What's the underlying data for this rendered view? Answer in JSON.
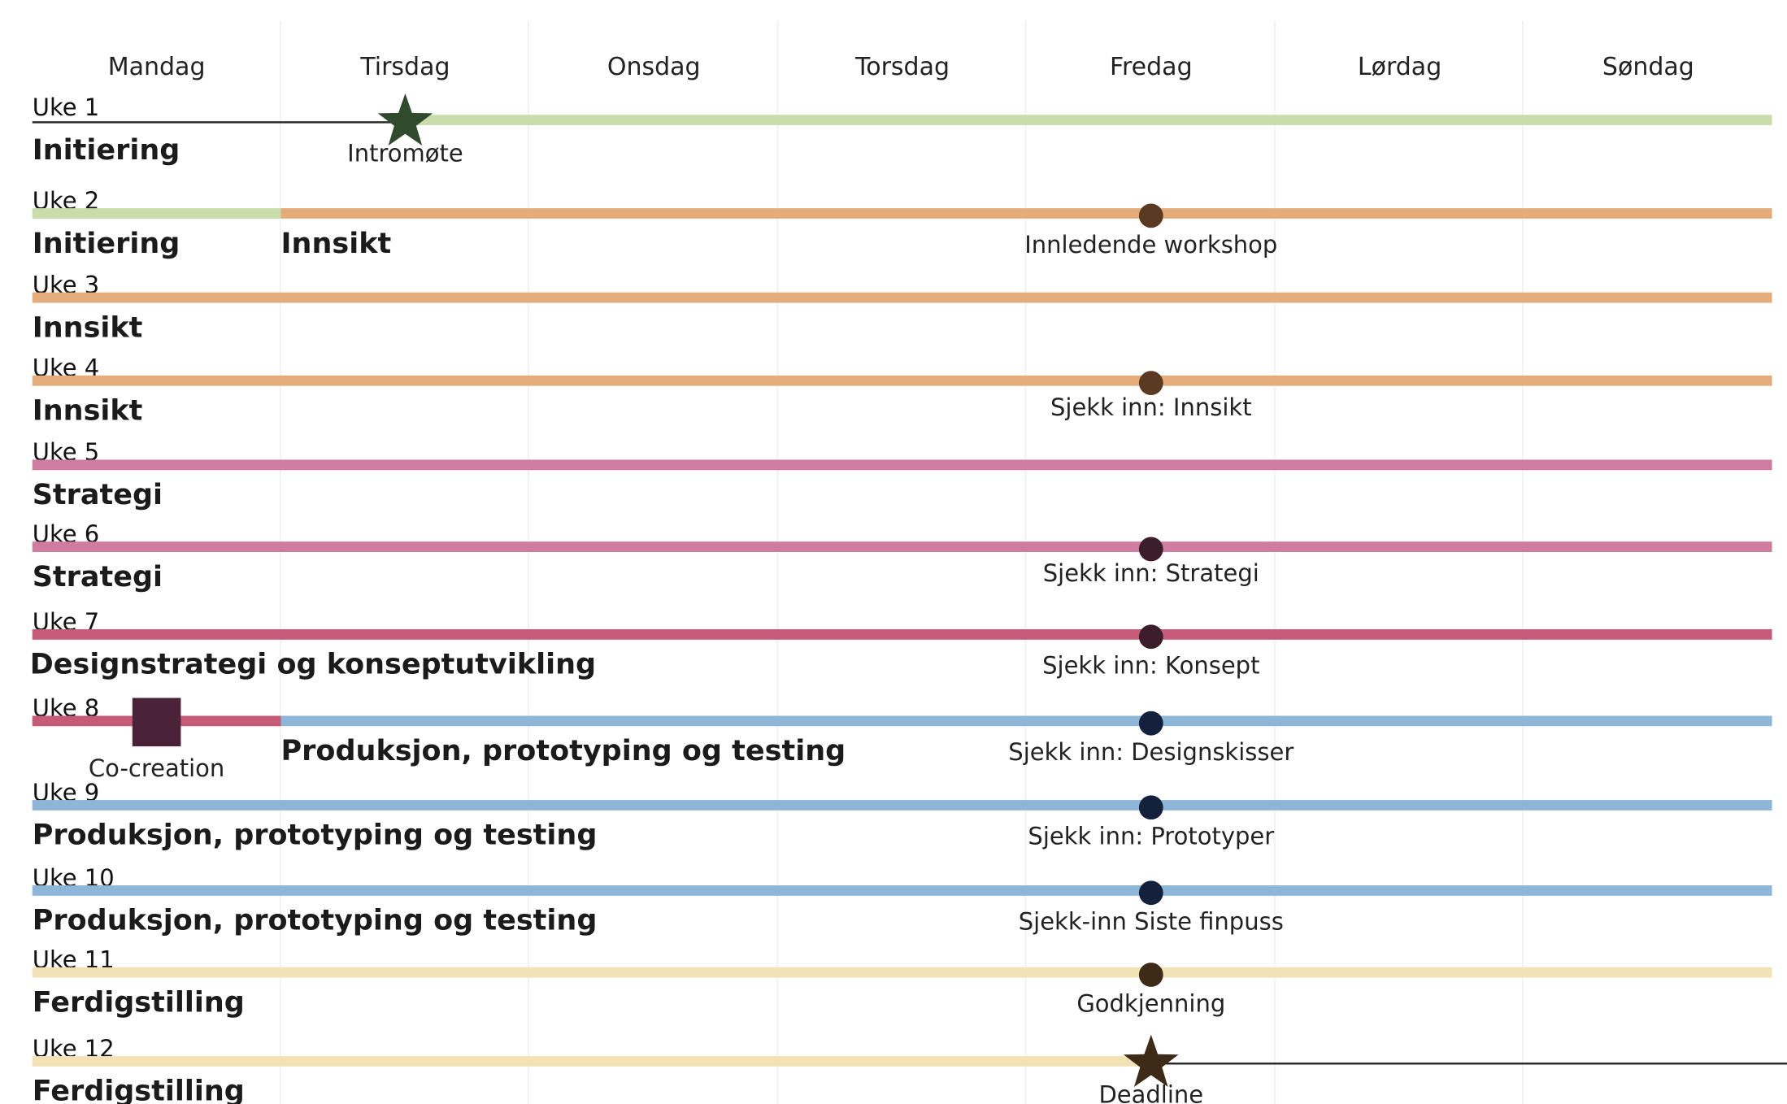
{
  "days": [
    "Mandag",
    "Tirsdag",
    "Onsdag",
    "Torsdag",
    "Fredag",
    "Lørdag",
    "Søndag"
  ],
  "colors": {
    "initiering": "#c9ddab",
    "innsikt": "#e5ac7b",
    "strategi": "#d07ba0",
    "design": "#c65b79",
    "produksjon": "#8db6d8",
    "ferdig": "#f3e2b6",
    "gridline": "#eeeeee",
    "before_start_line": "#2b2b2b"
  },
  "weeks": [
    {
      "label": "Uke 1",
      "segments": [
        {
          "from_day": 1.5,
          "to_day": 7.1,
          "phase": "initiering"
        }
      ],
      "thin_line": {
        "from_day": 0,
        "to_day": 1.5
      },
      "phase_labels": [
        {
          "text": "Initiering",
          "day": 0
        }
      ],
      "milestones": [
        {
          "day": 1.5,
          "shape": "star",
          "color": "#2f4a2c",
          "label": "Intromøte"
        }
      ]
    },
    {
      "label": "Uke 2",
      "segments": [
        {
          "from_day": 0,
          "to_day": 1,
          "phase": "initiering"
        },
        {
          "from_day": 1,
          "to_day": 7.1,
          "phase": "innsikt"
        }
      ],
      "phase_labels": [
        {
          "text": "Initiering",
          "day": 0
        },
        {
          "text": "Innsikt",
          "day": 1
        }
      ],
      "milestones": [
        {
          "day": 4.5,
          "shape": "dot",
          "color": "#5a3a22",
          "label": "Innledende workshop"
        }
      ]
    },
    {
      "label": "Uke 3",
      "segments": [
        {
          "from_day": 0,
          "to_day": 7.1,
          "phase": "innsikt"
        }
      ],
      "phase_labels": [
        {
          "text": "Innsikt",
          "day": 0
        }
      ],
      "milestones": []
    },
    {
      "label": "Uke 4",
      "segments": [
        {
          "from_day": 0,
          "to_day": 7.1,
          "phase": "innsikt"
        }
      ],
      "phase_labels": [
        {
          "text": "Innsikt",
          "day": 0
        }
      ],
      "milestones": [
        {
          "day": 4.5,
          "shape": "dot",
          "color": "#5a3a22",
          "label": "Sjekk inn: Innsikt"
        }
      ]
    },
    {
      "label": "Uke 5",
      "segments": [
        {
          "from_day": 0,
          "to_day": 7.1,
          "phase": "strategi"
        }
      ],
      "phase_labels": [
        {
          "text": "Strategi",
          "day": 0
        }
      ],
      "milestones": []
    },
    {
      "label": "Uke 6",
      "segments": [
        {
          "from_day": 0,
          "to_day": 7.1,
          "phase": "strategi"
        }
      ],
      "phase_labels": [
        {
          "text": "Strategi",
          "day": 0
        }
      ],
      "milestones": [
        {
          "day": 4.5,
          "shape": "dot",
          "color": "#3b1d2b",
          "label": "Sjekk inn: Strategi"
        }
      ]
    },
    {
      "label": "Uke 7",
      "segments": [
        {
          "from_day": 0,
          "to_day": 7.1,
          "phase": "design"
        }
      ],
      "phase_labels": [
        {
          "text": "Designstrategi og konseptutvikling",
          "day": 0
        }
      ],
      "milestones": [
        {
          "day": 4.5,
          "shape": "dot",
          "color": "#3b1d2b",
          "label": "Sjekk inn: Konsept"
        }
      ]
    },
    {
      "label": "Uke 8",
      "segments": [
        {
          "from_day": 0,
          "to_day": 1,
          "phase": "design"
        },
        {
          "from_day": 1,
          "to_day": 7.1,
          "phase": "produksjon"
        }
      ],
      "phase_labels": [
        {
          "text": "Produksjon, prototyping og testing",
          "day": 1
        }
      ],
      "milestones": [
        {
          "day": 0.5,
          "shape": "square",
          "color": "#4a2338",
          "label": "Co-creation"
        },
        {
          "day": 4.5,
          "shape": "dot",
          "color": "#14213d",
          "label": "Sjekk inn: Designskisser"
        }
      ]
    },
    {
      "label": "Uke 9",
      "segments": [
        {
          "from_day": 0,
          "to_day": 7.1,
          "phase": "produksjon"
        }
      ],
      "phase_labels": [
        {
          "text": "Produksjon, prototyping og testing",
          "day": 0
        }
      ],
      "milestones": [
        {
          "day": 4.5,
          "shape": "dot",
          "color": "#14213d",
          "label": "Sjekk inn: Prototyper"
        }
      ]
    },
    {
      "label": "Uke 10",
      "segments": [
        {
          "from_day": 0,
          "to_day": 7.1,
          "phase": "produksjon"
        }
      ],
      "phase_labels": [
        {
          "text": "Produksjon, prototyping og testing",
          "day": 0
        }
      ],
      "milestones": [
        {
          "day": 4.5,
          "shape": "dot",
          "color": "#14213d",
          "label": "Sjekk-inn Siste finpuss"
        }
      ]
    },
    {
      "label": "Uke 11",
      "segments": [
        {
          "from_day": 0,
          "to_day": 7.1,
          "phase": "ferdig"
        }
      ],
      "phase_labels": [
        {
          "text": "Ferdigstilling",
          "day": 0
        }
      ],
      "milestones": [
        {
          "day": 4.5,
          "shape": "dot",
          "color": "#3d2a17",
          "label": "Godkjenning"
        }
      ]
    },
    {
      "label": "Uke 12",
      "segments": [
        {
          "from_day": 0,
          "to_day": 4.5,
          "phase": "ferdig"
        }
      ],
      "thin_line": {
        "from_day": 4.5,
        "to_day": 7.1
      },
      "phase_labels": [
        {
          "text": "Ferdigstilling",
          "day": 0
        }
      ],
      "milestones": [
        {
          "day": 4.5,
          "shape": "star",
          "color": "#3d2a17",
          "label": "Deadline"
        }
      ]
    }
  ]
}
